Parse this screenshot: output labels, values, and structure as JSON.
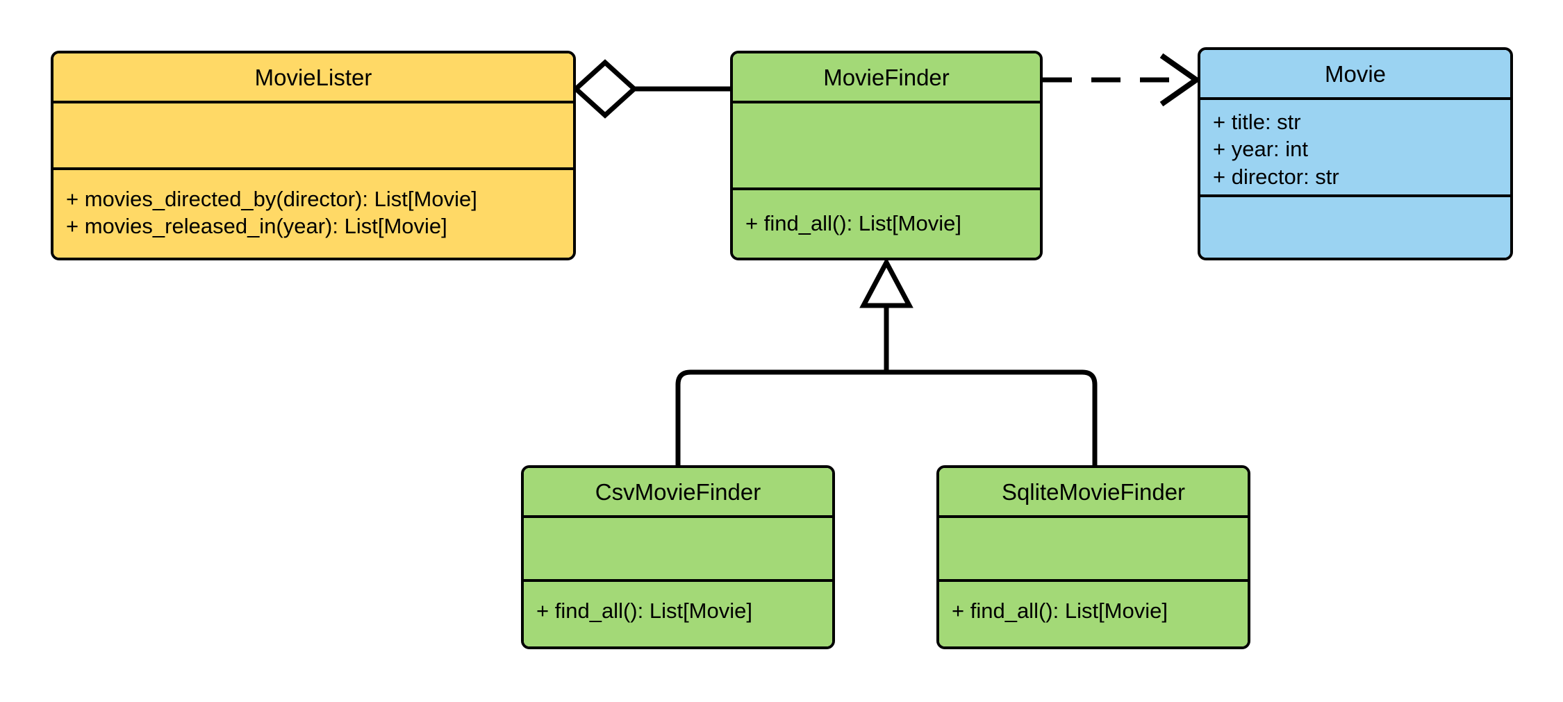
{
  "diagram": {
    "kind": "uml-class-diagram",
    "title": "",
    "background_color": "#ffffff",
    "line_color": "#000000"
  },
  "palette": {
    "yellow": "#ffd966",
    "green": "#a3d977",
    "blue": "#9bd3f2",
    "stroke": "#000000"
  },
  "classes": [
    {
      "id": "movielister",
      "name": "MovieLister",
      "fill": "#ffd966",
      "attributes": [],
      "methods": [
        "+ movies_directed_by(director): List[Movie]",
        "+ movies_released_in(year): List[Movie]"
      ]
    },
    {
      "id": "moviefinder",
      "name": "MovieFinder",
      "fill": "#a3d977",
      "attributes": [],
      "methods": [
        "+ find_all(): List[Movie]"
      ]
    },
    {
      "id": "movie",
      "name": "Movie",
      "fill": "#9bd3f2",
      "attributes": [
        "+ title: str",
        "+ year: int",
        "+ director: str"
      ],
      "methods": []
    },
    {
      "id": "csvmoviefinder",
      "name": "CsvMovieFinder",
      "fill": "#a3d977",
      "attributes": [],
      "methods": [
        "+ find_all(): List[Movie]"
      ]
    },
    {
      "id": "sqlitemoviefinder",
      "name": "SqliteMovieFinder",
      "fill": "#a3d977",
      "attributes": [],
      "methods": [
        "+ find_all(): List[Movie]"
      ]
    }
  ],
  "relationships": [
    {
      "id": "aggregation-movielister-moviefinder",
      "type": "aggregation",
      "source": "MovieLister",
      "target": "MovieFinder",
      "marker": "hollow-diamond",
      "line_style": "solid"
    },
    {
      "id": "dependency-moviefinder-movie",
      "type": "dependency",
      "source": "MovieFinder",
      "target": "Movie",
      "marker": "open-arrow",
      "line_style": "dashed"
    },
    {
      "id": "generalization-csvmoviefinder-moviefinder",
      "type": "generalization",
      "source": "CsvMovieFinder",
      "target": "MovieFinder",
      "marker": "hollow-triangle",
      "line_style": "solid"
    },
    {
      "id": "generalization-sqlitemoviefinder-moviefinder",
      "type": "generalization",
      "source": "SqliteMovieFinder",
      "target": "MovieFinder",
      "marker": "hollow-triangle",
      "line_style": "solid"
    }
  ]
}
